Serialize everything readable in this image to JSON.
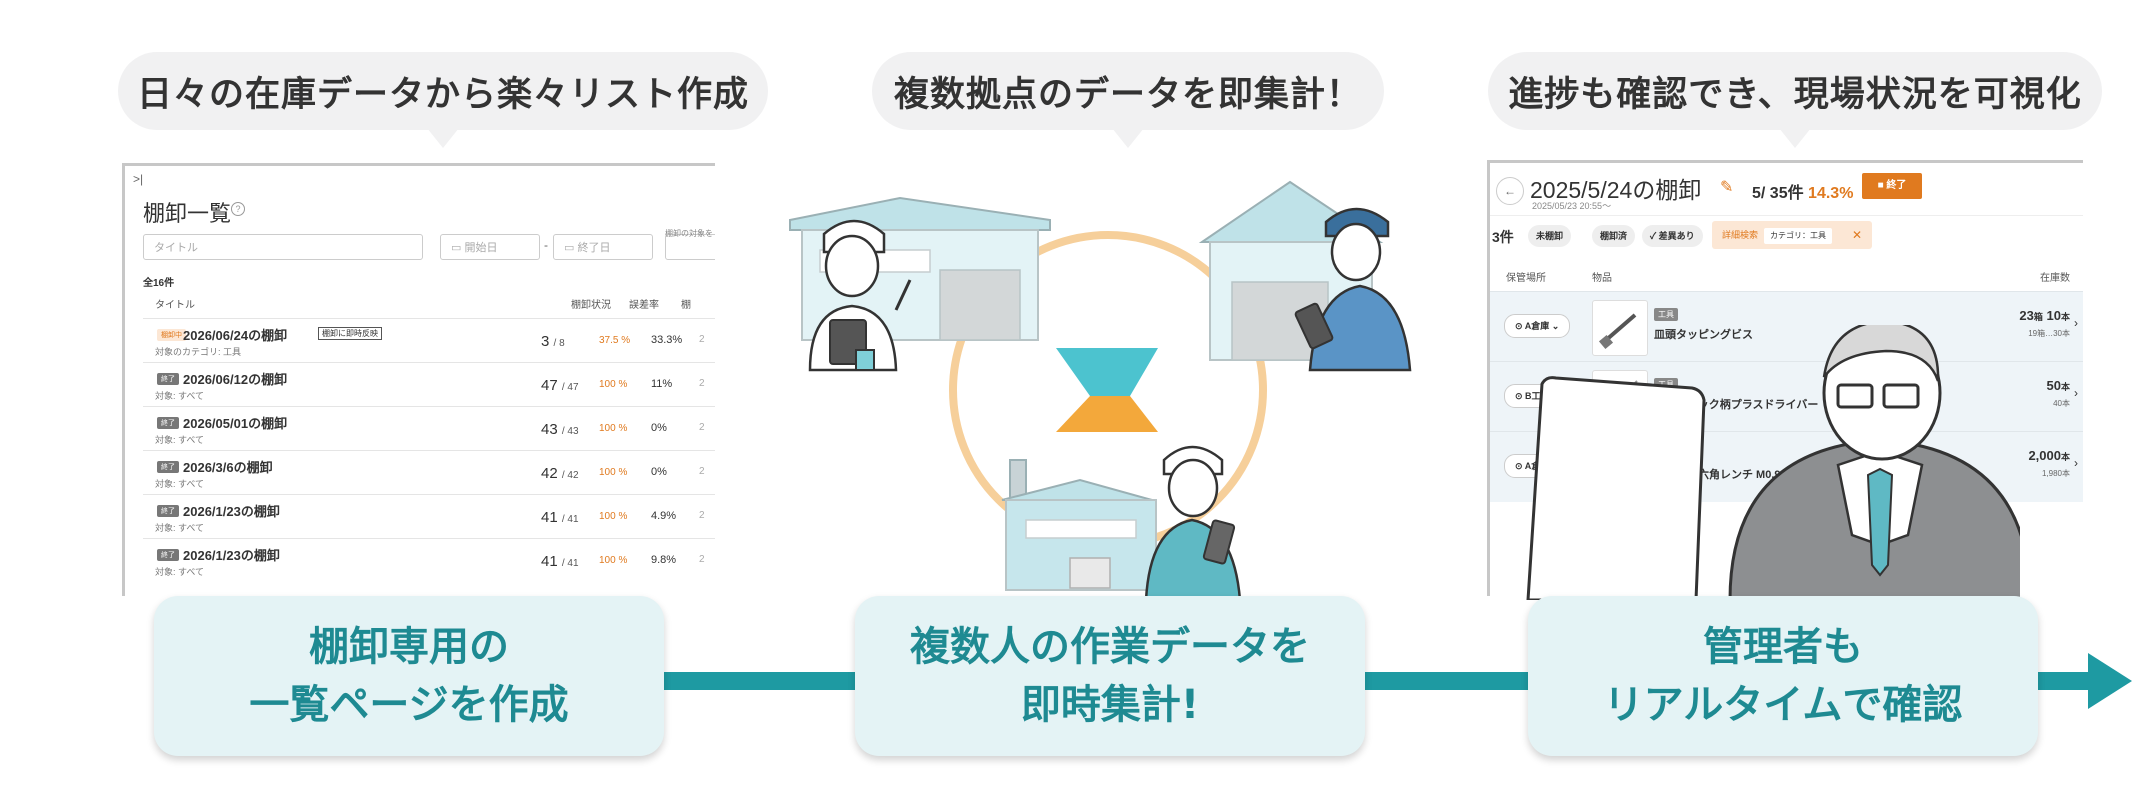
{
  "bubbles": {
    "b1": "日々の在庫データから楽々リスト作成",
    "b2": "複数拠点のデータを即集計！",
    "b3": "進捗も確認でき、現場状況を可視化"
  },
  "steps": {
    "s1": "棚卸専用の\n一覧ページを作成",
    "s2": "複数人の作業データを\n即時集計!",
    "s3": "管理者も\nリアルタイムで確認"
  },
  "panel1": {
    "collapse": ">|",
    "title": "棚卸一覧",
    "help": "?",
    "search_placeholder": "タイトル",
    "start_placeholder": "開始日",
    "date_sep": "-",
    "end_placeholder": "終了日",
    "target_note": "棚卸の対象を",
    "total": "全16件",
    "headers": {
      "title": "タイトル",
      "status": "棚卸状況",
      "error": "誤差率",
      "cut": "棚"
    },
    "rows": [
      {
        "badge": "棚卸中",
        "name": "2026/06/24の棚卸",
        "tag": "棚卸に即時反映",
        "sub": "対象のカテゴリ: 工具",
        "done": "3",
        "total": "/ 8",
        "pct": "37.5 %",
        "err": "33.3%",
        "cut": "2"
      },
      {
        "badge": "終了",
        "name": "2026/06/12の棚卸",
        "tag": "",
        "sub": "対象: すべて",
        "done": "47",
        "total": "/ 47",
        "pct": "100 %",
        "err": "11%",
        "cut": "2"
      },
      {
        "badge": "終了",
        "name": "2026/05/01の棚卸",
        "tag": "",
        "sub": "対象: すべて",
        "done": "43",
        "total": "/ 43",
        "pct": "100 %",
        "err": "0%",
        "cut": "2"
      },
      {
        "badge": "終了",
        "name": "2026/3/6の棚卸",
        "tag": "",
        "sub": "対象: すべて",
        "done": "42",
        "total": "/ 42",
        "pct": "100 %",
        "err": "0%",
        "cut": "2"
      },
      {
        "badge": "終了",
        "name": "2026/1/23の棚卸",
        "tag": "",
        "sub": "対象: すべて",
        "done": "41",
        "total": "/ 41",
        "pct": "100 %",
        "err": "4.9%",
        "cut": "2"
      },
      {
        "badge": "終了",
        "name": "2026/1/23の棚卸",
        "tag": "",
        "sub": "対象: すべて",
        "done": "41",
        "total": "/ 41",
        "pct": "100 %",
        "err": "9.8%",
        "cut": "2"
      }
    ]
  },
  "panel3": {
    "back": "←",
    "date": "2025/5/24の棚卸",
    "timestamp": "2025/05/23 20:55〜",
    "pencil": "✎",
    "progress_count": "5/ 35件",
    "progress_pct": "14.3%",
    "end_button": "■ 終了",
    "count": "3件",
    "chips": [
      "未棚卸",
      "棚卸済",
      "✓ 差異あり"
    ],
    "adv_label": "詳細検索",
    "adv_category": "カテゴリ：工具",
    "adv_close": "✕",
    "col_location": "保管場所",
    "col_item": "物品",
    "col_stock": "在庫数",
    "items": [
      {
        "location": "A倉庫",
        "category": "工具",
        "name": "皿頭タッピングビス",
        "stock": "23",
        "stock_unit": "箱",
        "stock2": "10",
        "stock2_unit": "本",
        "boxes": "19箱…30本"
      },
      {
        "location": "B工場",
        "category": "工具",
        "name": "プラスチック柄プラスドライバー",
        "stock": "50",
        "stock_unit": "本",
        "stock2": "",
        "stock2_unit": "",
        "boxes": "40本"
      },
      {
        "location": "A倉庫",
        "category": "工具",
        "name": "フラット六角レンチ M0.9",
        "stock": "2,000",
        "stock_unit": "本",
        "stock2": "",
        "stock2_unit": "",
        "boxes": "1,980本"
      }
    ]
  },
  "colors": {
    "teal": "#1e9aa2",
    "teal_text": "#1e8a92",
    "step_bg": "#e4f3f5",
    "orange": "#e07a1f",
    "bubble_bg": "#f1f1f2"
  },
  "icons": [
    "calendar-icon",
    "location-pin-icon",
    "chevron-down-icon",
    "chevron-right-icon",
    "pencil-icon",
    "back-arrow-icon",
    "help-icon",
    "app-logo-icon"
  ]
}
